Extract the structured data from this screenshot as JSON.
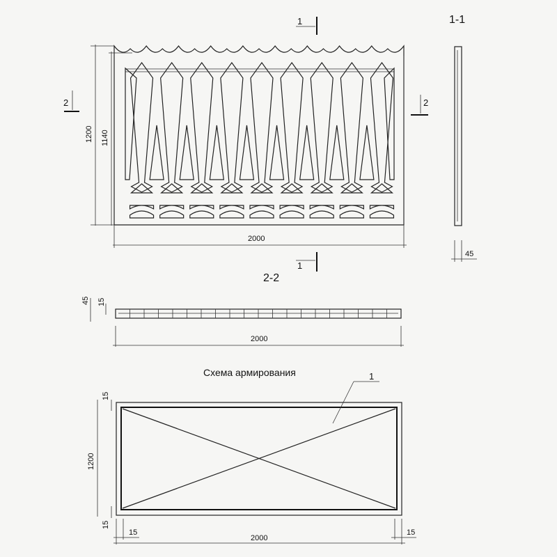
{
  "front_view": {
    "dim_height_total": "1200",
    "dim_height_inner": "1140",
    "dim_width": "2000",
    "section_mark_1": "1",
    "section_mark_2": "2"
  },
  "section_1_1": {
    "title": "1-1",
    "dim_thickness": "45"
  },
  "section_2_2": {
    "title": "2-2",
    "dim_thickness": "45",
    "dim_cover": "15",
    "dim_width": "2000"
  },
  "reinforcement": {
    "title": "Схема армирования",
    "callout": "1",
    "dim_height": "1200",
    "dim_cover_top": "15",
    "dim_cover_bottom": "15",
    "dim_cover_left": "15",
    "dim_cover_right": "15",
    "dim_width": "2000"
  },
  "pattern": {
    "cells": 9,
    "slots": 9,
    "section_22_cells": 20
  }
}
